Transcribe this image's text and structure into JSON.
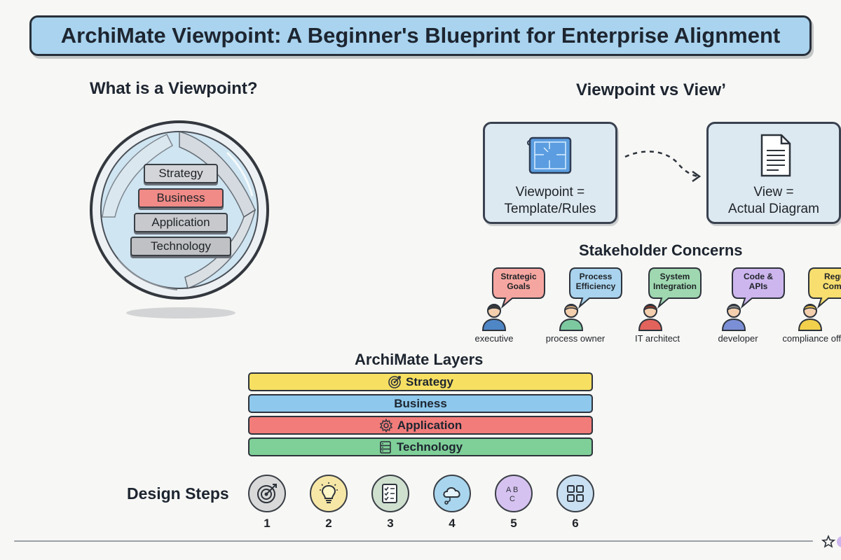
{
  "title": "ArchiMate Viewpoint: A Beginner's Blueprint for Enterprise Alignment",
  "what_is": {
    "heading": "What is a Viewpoint?",
    "stack": [
      "Strategy",
      "Business",
      "Application",
      "Technology"
    ]
  },
  "vs": {
    "heading": "Viewpoint vs View’",
    "viewpoint_card": {
      "line1": "Viewpoint =",
      "line2": "Template/Rules",
      "icon": "blueprint-icon"
    },
    "view_card": {
      "line1": "View =",
      "line2": "Actual Diagram",
      "icon": "document-icon"
    }
  },
  "stakeholders": {
    "heading": "Stakeholder Concerns",
    "items": [
      {
        "concern1": "Strategic",
        "concern2": "Goals",
        "role": "executive",
        "bubble": "#f6a6a0",
        "shirt": "#4f86c6",
        "hair": "#3a3a3a"
      },
      {
        "concern1": "Process",
        "concern2": "Efficiency",
        "role": "process owner",
        "bubble": "#a9d3ee",
        "shirt": "#7cc9a0",
        "hair": "#c9a27a"
      },
      {
        "concern1": "System",
        "concern2": "Integration",
        "role": "IT architect",
        "bubble": "#9fd8b0",
        "shirt": "#e2635c",
        "hair": "#8a3a2a"
      },
      {
        "concern1": "Code &",
        "concern2": "APIs",
        "role": "developer",
        "bubble": "#cdb6ee",
        "shirt": "#7b8fd6",
        "hair": "#8a8a8a"
      },
      {
        "concern1": "Regu",
        "concern2": "Comp",
        "role": "compliance off",
        "bubble": "#f7de6f",
        "shirt": "#f2d04c",
        "hair": "#e0b84a"
      }
    ]
  },
  "layers": {
    "heading": "ArchiMate Layers",
    "items": [
      {
        "label": "Strategy",
        "color": "#f7df62",
        "icon": "target-icon"
      },
      {
        "label": "Business",
        "color": "#8ec8ec",
        "icon": ""
      },
      {
        "label": "Application",
        "color": "#f27c7a",
        "icon": "gear-icon"
      },
      {
        "label": "Technology",
        "color": "#7fcf98",
        "icon": "server-icon"
      }
    ]
  },
  "design_steps": {
    "heading": "Design Steps",
    "steps": [
      {
        "num": "1",
        "icon": "target-icon",
        "color": "#d9d9d9"
      },
      {
        "num": "2",
        "icon": "lightbulb-icon",
        "color": "#f7e7a6"
      },
      {
        "num": "3",
        "icon": "checklist-icon",
        "color": "#cfe0cf"
      },
      {
        "num": "4",
        "icon": "cloud-icon",
        "color": "#a9d6ee"
      },
      {
        "num": "5",
        "icon": "abc-icon",
        "color": "#d6c2f0"
      },
      {
        "num": "6",
        "icon": "grid-icon",
        "color": "#c9e0f2"
      }
    ]
  }
}
